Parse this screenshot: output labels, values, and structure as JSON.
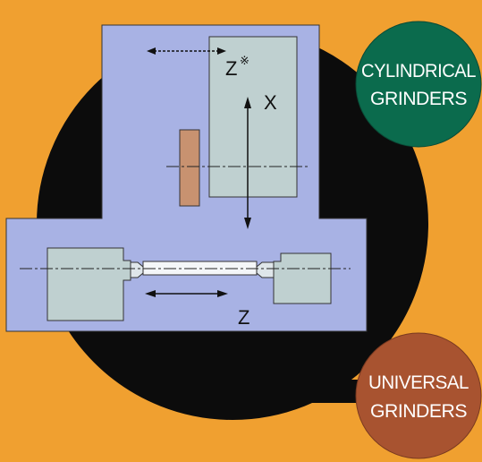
{
  "colors": {
    "background": "#f0a030",
    "disc": "#0c0c0c",
    "machine_body": "#a8b2e4",
    "panel": "#bfd0d0",
    "grinding_wheel": "#c89270",
    "cylindrical_badge": "#0b6b4d",
    "universal_badge": "#a85330"
  },
  "axes": {
    "z_star_label": "Z",
    "z_star_mark": "※",
    "x_label": "X",
    "z_label": "Z"
  },
  "badges": {
    "cylindrical": {
      "line1": "CYLINDRICAL",
      "line2": "GRINDERS"
    },
    "universal": {
      "line1": "UNIVERSAL",
      "line2": "GRINDERS"
    }
  }
}
